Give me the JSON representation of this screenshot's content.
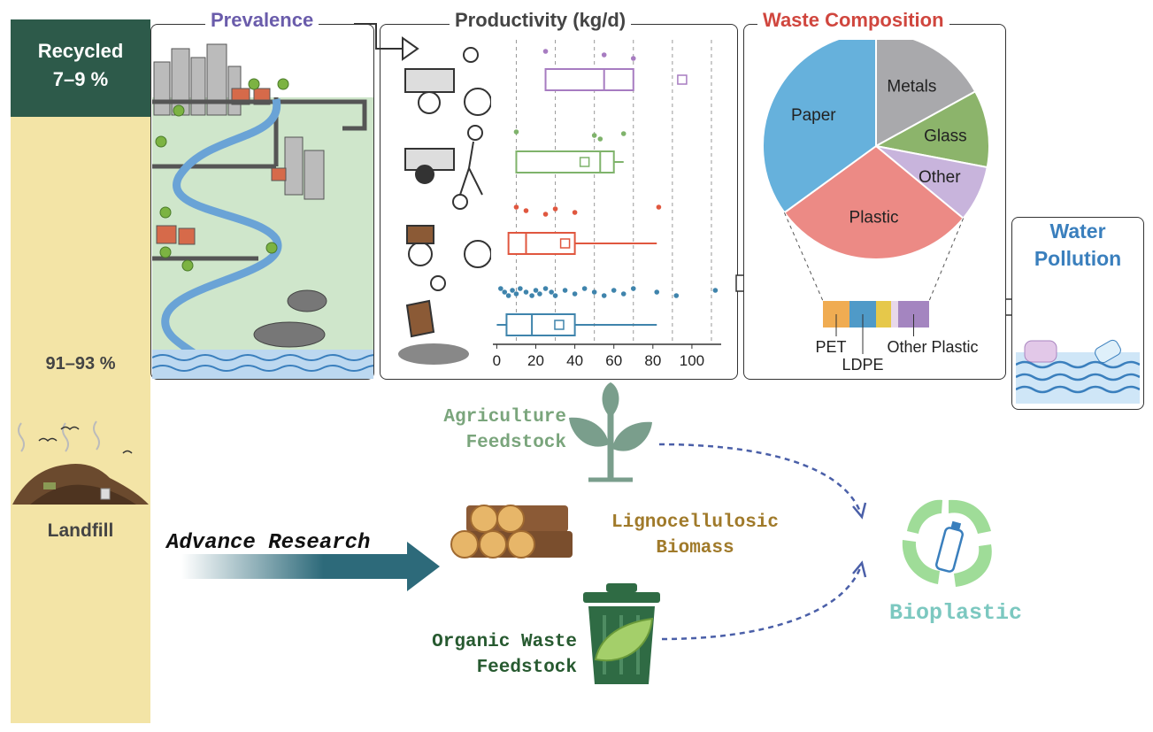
{
  "sidebar": {
    "recycled_label": "Recycled",
    "recycled_pct": "7–9 %",
    "landfill_pct": "91–93 %",
    "landfill_label": "Landfill"
  },
  "panels": {
    "prevalence": "Prevalence",
    "productivity": "Productivity (kg/d)",
    "waste_composition": "Waste Composition",
    "water_pollution_line1": "Water",
    "water_pollution_line2": "Pollution"
  },
  "chart_data": {
    "type": "box",
    "title": "Productivity (kg/d)",
    "xlabel": "",
    "xlim": [
      -2,
      115
    ],
    "xticks": [
      0,
      20,
      40,
      60,
      80,
      100
    ],
    "gridlines": [
      10,
      30,
      50,
      70,
      90,
      110
    ],
    "series": [
      {
        "color": "#a77cc1",
        "q1": 25,
        "median": 55,
        "q3": 70,
        "mean": 95,
        "whisker_low": 25,
        "whisker_high": 70,
        "outliers": [
          25,
          55,
          70
        ]
      },
      {
        "color": "#7fb36b",
        "q1": 10,
        "median": 53,
        "q3": 60,
        "mean": 45,
        "whisker_low": 10,
        "whisker_high": 65,
        "outliers": [
          10,
          50,
          53,
          65
        ]
      },
      {
        "color": "#e0573f",
        "q1": 6,
        "median": 15,
        "q3": 40,
        "mean": 35,
        "whisker_low": 6,
        "whisker_high": 82,
        "outliers": [
          10,
          15,
          25,
          30,
          40,
          83
        ]
      },
      {
        "color": "#3f84ac",
        "q1": 5,
        "median": 18,
        "q3": 40,
        "mean": 32,
        "whisker_low": 0,
        "whisker_high": 82,
        "outliers": [
          2,
          4,
          6,
          8,
          10,
          12,
          15,
          18,
          20,
          22,
          25,
          28,
          30,
          35,
          40,
          45,
          50,
          55,
          60,
          65,
          70,
          82,
          92,
          112
        ]
      }
    ]
  },
  "pie_data": {
    "type": "pie",
    "slices": [
      {
        "label": "Metals",
        "value": 17,
        "color": "#a9a9ac"
      },
      {
        "label": "Glass",
        "value": 11,
        "color": "#8cb46b"
      },
      {
        "label": "Other",
        "value": 8,
        "color": "#c8b4dc"
      },
      {
        "label": "Plastic",
        "value": 29,
        "color": "#ec8a85"
      },
      {
        "label": "Paper",
        "value": 35,
        "color": "#66b1dc"
      }
    ],
    "plastic_breakdown": [
      {
        "label": "PET",
        "color": "#f0ac52"
      },
      {
        "label": "LDPE",
        "color": "#4f9ac8"
      },
      {
        "label": "",
        "color": "#e6c84a"
      },
      {
        "label": "",
        "color": "#e8d8ea"
      },
      {
        "label": "Other Plastic",
        "color": "#a485c0"
      }
    ]
  },
  "bottom": {
    "agriculture_line1": "Agriculture",
    "agriculture_line2": "Feedstock",
    "advance_research": "Advance Research",
    "ligno_line1": "Lignocellulosic",
    "ligno_line2": "Biomass",
    "organic_line1": "Organic Waste",
    "organic_line2": "Feedstock",
    "bioplastic": "Bioplastic"
  },
  "colors": {
    "recycled_bg": "#2d5a4a",
    "landfill_bg": "#f3e4a6",
    "prevalence_title": "#6a5cab",
    "waste_title": "#d0463e",
    "water_title": "#3a7fbd",
    "agriculture": "#7aa57c",
    "ligno": "#a07a2a",
    "organic": "#275a30",
    "bioplastic": "#7cc8c0"
  }
}
